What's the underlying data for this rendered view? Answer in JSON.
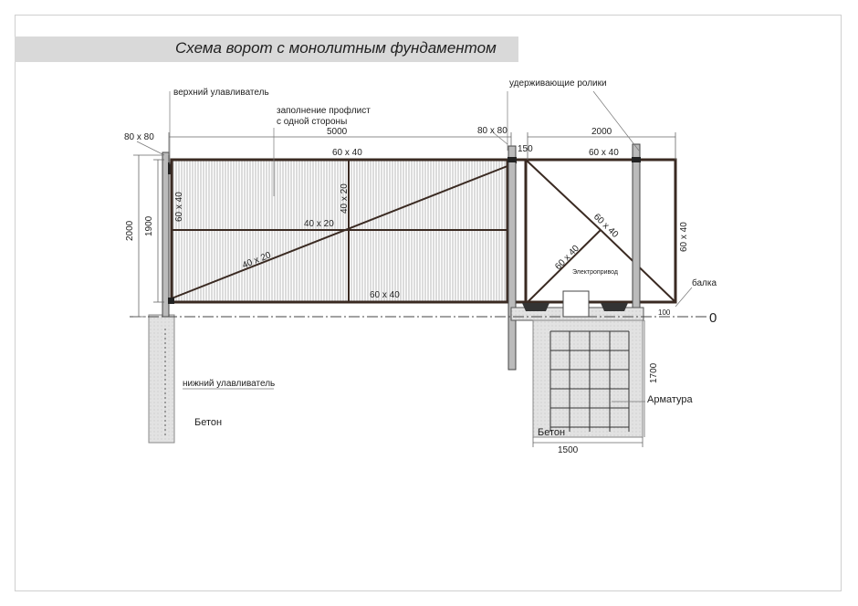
{
  "title": "Схема ворот с монолитным  фундаментом",
  "labels": {
    "upper_catcher": "верхний улавливатель",
    "infill_line1": "заполнение профлист",
    "infill_line2": "с одной стороны",
    "holding_rollers": "удерживающие ролики",
    "electric_drive": "Электропривод",
    "beam": "балка",
    "lower_catcher": "нижний улавливатель",
    "concrete_left": "Бетон",
    "concrete_right": "Бетон",
    "rebar": "Арматура",
    "zero_level": "0"
  },
  "dimensions": {
    "post_left": "80 x 80",
    "post_mid": "80 x 80",
    "span_main": "5000",
    "span_tail": "2000",
    "gap_150": "150",
    "height_2000": "2000",
    "height_1900": "1900",
    "offset_100": "100",
    "depth_1700": "1700",
    "width_1500": "1500"
  },
  "profiles": {
    "top_main": "60 x 40",
    "top_tail": "60 x 40",
    "left_vert": "60 x 40",
    "mid_vert": "40 x 20",
    "mid_horiz": "40 x 20",
    "diagonal": "40 x 20",
    "bottom": "60 x 40",
    "tail_diag_upper": "60 x 40",
    "tail_diag_lower": "60 x 40",
    "right_vert": "60 x 40"
  }
}
